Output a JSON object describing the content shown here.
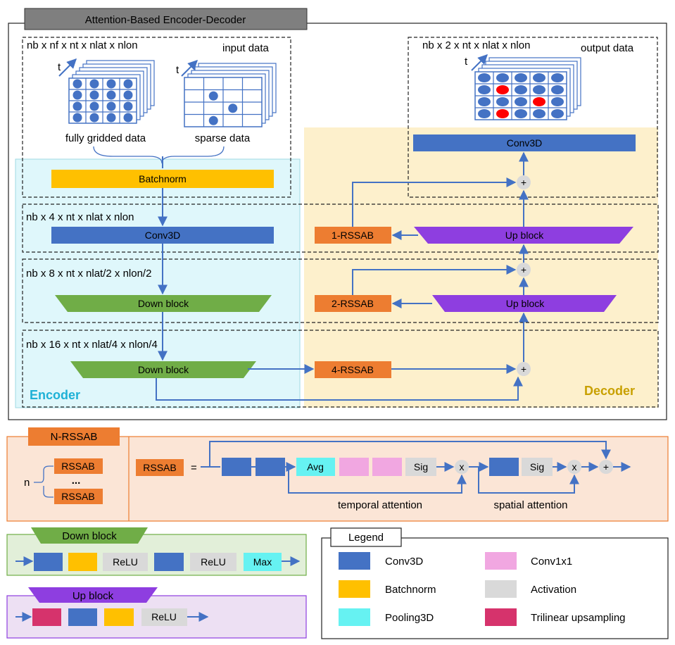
{
  "title": "Attention-Based Encoder-Decoder",
  "input": {
    "dims": "nb x nf x nt x nlat x nlon",
    "label": "input data",
    "t": "t",
    "gridded_label": "fully gridded data",
    "sparse_label": "sparse data"
  },
  "output": {
    "dims": "nb x 2 x nt x nlat x nlon",
    "label": "output data",
    "t": "t"
  },
  "encoder": {
    "label": "Encoder",
    "batchnorm": "Batchnorm",
    "conv3d": "Conv3D",
    "down1": "Down block",
    "down2": "Down block"
  },
  "decoder": {
    "label": "Decoder",
    "conv3d": "Conv3D",
    "up1": "Up block",
    "up2": "Up block",
    "rssab1": "1-RSSAB",
    "rssab2": "2-RSSAB",
    "rssab4": "4-RSSAB",
    "plus": "+"
  },
  "levels": {
    "l1": "nb x 4 x nt x nlat x nlon",
    "l2": "nb x 8 x nt x nlat/2 x nlon/2",
    "l3": "nb x 16 x nt x nlat/4 x nlon/4"
  },
  "nrssab": {
    "title": "N-RSSAB",
    "n": "n",
    "item": "RSSAB",
    "dots": "..."
  },
  "rssab_detail": {
    "name": "RSSAB",
    "eq": "=",
    "avg": "Avg",
    "sig1": "Sig",
    "sig2": "Sig",
    "mult": "x",
    "plus": "+",
    "temporal": "temporal attention",
    "spatial": "spatial attention"
  },
  "down_block": {
    "title": "Down block",
    "relu1": "ReLU",
    "relu2": "ReLU",
    "max": "Max"
  },
  "up_block": {
    "title": "Up block",
    "relu": "ReLU"
  },
  "legend": {
    "title": "Legend",
    "items": [
      {
        "label": "Conv3D",
        "color": "#4472c4"
      },
      {
        "label": "Conv1x1",
        "color": "#f1a7e1"
      },
      {
        "label": "Batchnorm",
        "color": "#ffc000"
      },
      {
        "label": "Activation",
        "color": "#d9d9d9"
      },
      {
        "label": "Pooling3D",
        "color": "#66f2f2"
      },
      {
        "label": "Trilinear upsampling",
        "color": "#d6336c"
      }
    ]
  },
  "colors": {
    "conv3d": "#4472c4",
    "batchnorm": "#ffc000",
    "down": "#70ad47",
    "up": "#8e3ee0",
    "rssab": "#ed7d31",
    "encoder_bg": "#dff7fb",
    "decoder_bg": "#fdf0cc",
    "encoder_text": "#1eb1d6",
    "decoder_text": "#c8a000",
    "panel_orange": "#fbe5d6",
    "panel_green": "#e2efd9",
    "panel_purple": "#ede0f3",
    "red_dot": "#ff0000",
    "arrow": "#4472c4"
  }
}
